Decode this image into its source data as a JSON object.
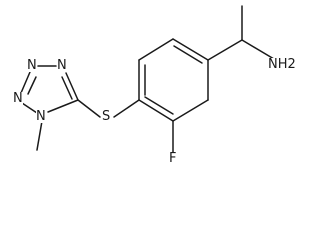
{
  "molecule": {
    "labels": {
      "nh2": "NH2",
      "f": "F",
      "s": "S",
      "n_ring_top_left": "N",
      "n_ring_left": "N",
      "n_ring_top_right": "N",
      "n_ring_methyl": "N"
    }
  },
  "colors": {
    "bond": "#1a1a1a",
    "background": "#ffffff"
  }
}
